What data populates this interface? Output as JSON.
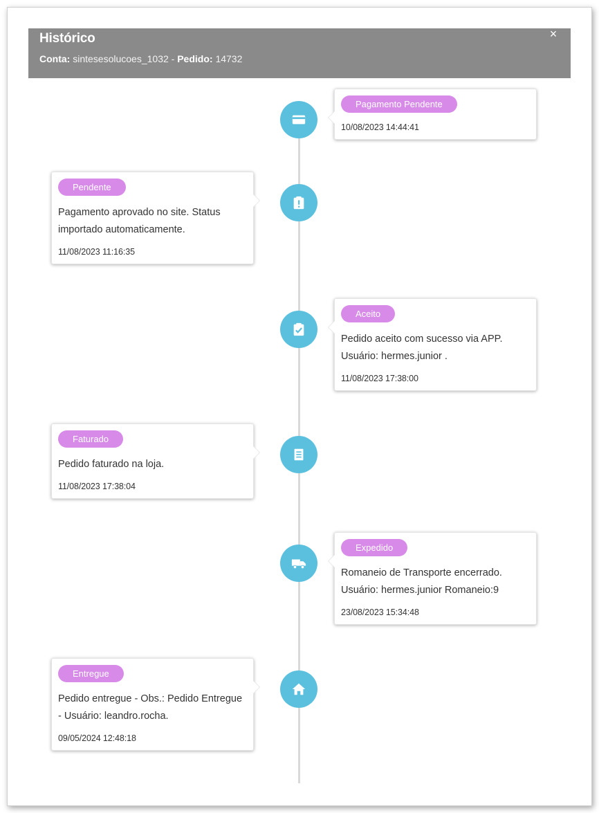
{
  "header": {
    "title": "Histórico",
    "conta_label": "Conta:",
    "conta_value": "sintesesolucoes_1032",
    "separator": "-",
    "pedido_label": "Pedido:",
    "pedido_value": "14732",
    "close_label": "×"
  },
  "colors": {
    "header_bg": "#8a8a8a",
    "node_bg": "#5bc0de",
    "badge_bg": "#d78ae8",
    "timeline_line": "#d9d9d9"
  },
  "events": [
    {
      "status": "Pagamento Pendente",
      "description": "",
      "datetime": "10/08/2023 14:44:41",
      "icon": "credit-card-icon",
      "side": "right"
    },
    {
      "status": "Pendente",
      "description": "Pagamento aprovado no site. Status importado automaticamente.",
      "datetime": "11/08/2023 11:16:35",
      "icon": "clipboard-alert-icon",
      "side": "left"
    },
    {
      "status": "Aceito",
      "description": "Pedido aceito com sucesso via APP. Usuário: hermes.junior .",
      "datetime": "11/08/2023 17:38:00",
      "icon": "clipboard-check-icon",
      "side": "right"
    },
    {
      "status": "Faturado",
      "description": "Pedido faturado na loja.",
      "datetime": "11/08/2023 17:38:04",
      "icon": "invoice-icon",
      "side": "left"
    },
    {
      "status": "Expedido",
      "description": "Romaneio de Transporte encerrado. Usuário: hermes.junior Romaneio:9",
      "datetime": "23/08/2023 15:34:48",
      "icon": "truck-icon",
      "side": "right"
    },
    {
      "status": "Entregue",
      "description": "Pedido entregue - Obs.: Pedido Entregue - Usuário: leandro.rocha.",
      "datetime": "09/05/2024 12:48:18",
      "icon": "home-icon",
      "side": "left"
    }
  ]
}
